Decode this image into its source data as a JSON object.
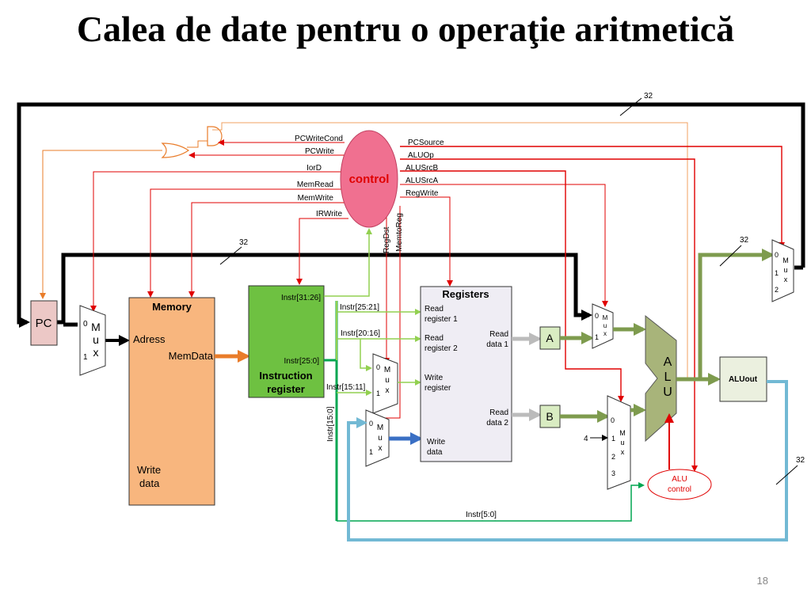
{
  "title": "Calea de date pentru o operaţie aritmetică",
  "page_number": "18",
  "colors": {
    "black_bus": "#000000",
    "green_bus": "#7e9b4e",
    "light_green": "#92d050",
    "bright_green": "#00a651",
    "cyan_bus": "#72b9d4",
    "blue_arrow": "#3a6fc4",
    "orange_arrow": "#e97c2a",
    "red_control": "#e00000",
    "orange_control": "#f0a060",
    "pink_control": "#f07090",
    "memory_fill": "#f8b67e",
    "instr_reg_fill": "#6ec141",
    "registers_fill": "#efedf4",
    "pc_fill": "#ecc8c6",
    "alu_fill": "#a8b47a",
    "aluout_fill": "#ebf0df",
    "ab_fill": "#d9ecc2"
  },
  "bus_widths": {
    "top": "32",
    "middle": "32",
    "alu_out": "32",
    "aluout_back": "32"
  },
  "pc": {
    "label": "PC"
  },
  "memory": {
    "title": "Memory",
    "adress": "Adress",
    "memdata": "MemData",
    "write_data_1": "Write",
    "write_data_2": "data"
  },
  "instruction_register": {
    "line1": "Instruction",
    "line2": "register",
    "instr_31_26": "Instr[31:26]",
    "instr_25_0": "Instr[25:0]"
  },
  "registers": {
    "title": "Registers",
    "read_reg1_a": "Read",
    "read_reg1_b": "register 1",
    "read_reg2_a": "Read",
    "read_reg2_b": "register 2",
    "write_reg_a": "Write",
    "write_reg_b": "register",
    "write_data_a": "Write",
    "write_data_b": "data",
    "read_data1_a": "Read",
    "read_data1_b": "data 1",
    "read_data2_a": "Read",
    "read_data2_b": "data 2"
  },
  "instr_fields": {
    "f25_21": "Instr[25:21]",
    "f20_16": "Instr[20:16]",
    "f15_11": "Instr[15:11]",
    "f15_0": "Instr[15:0]",
    "f5_0": "Instr[5:0]"
  },
  "reg_a": "A",
  "reg_b": "B",
  "alu": {
    "a": "A",
    "l": "L",
    "u": "U"
  },
  "aluout": "ALUout",
  "alu_control": {
    "line1": "ALU",
    "line2": "control"
  },
  "constant_four": "4",
  "mux_letters": {
    "m": "M",
    "u": "u",
    "x": "x"
  },
  "mux_inputs": {
    "in0": "0",
    "in1": "1",
    "in2": "2",
    "in3": "3"
  },
  "control": {
    "label": "control",
    "left_signals": [
      "PCWriteCond",
      "PCWrite",
      "IorD",
      "MemRead",
      "MemWrite",
      "IRWrite"
    ],
    "right_signals": [
      "PCSource",
      "ALUOp",
      "ALUSrcB",
      "ALUSrcA",
      "RegWrite"
    ],
    "vertical_signals": [
      "RegDst",
      "MemtoReg"
    ]
  }
}
